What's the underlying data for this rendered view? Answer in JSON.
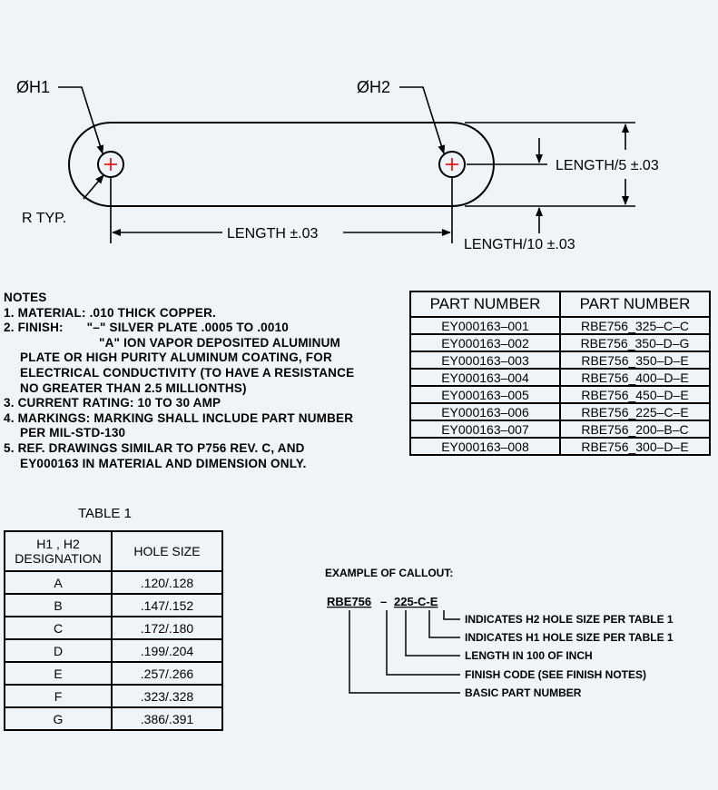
{
  "drawing": {
    "label_h1": "ØH1",
    "label_h2": "ØH2",
    "label_radius": "R TYP.",
    "label_length": "LENGTH ±.03",
    "label_width": "LENGTH/5 ±.03",
    "label_offset": "LENGTH/10 ±.03"
  },
  "notes": {
    "heading": "NOTES",
    "lines": [
      "1. MATERIAL:   .010 THICK COPPER.",
      "2. FINISH:",
      "PLATE OR HIGH PURITY ALUMINUM COATING, FOR",
      "ELECTRICAL CONDUCTIVITY (TO HAVE A RESISTANCE",
      "NO GREATER THAN 2.5 MILLIONTHS)",
      "3. CURRENT RATING: 10 TO 30 AMP",
      "4. MARKINGS: MARKING SHALL INCLUDE PART NUMBER",
      "PER MIL-STD-130",
      "5. REF. DRAWINGS SIMILAR TO P756 REV. C, AND",
      "EY000163 IN MATERIAL AND DIMENSION ONLY."
    ],
    "finish_dash": "\"–\"   SILVER PLATE .0005 TO .0010",
    "finish_a": "\"A\"   ION VAPOR DEPOSITED ALUMINUM"
  },
  "parts_table": {
    "headers": [
      "PART NUMBER",
      "PART NUMBER"
    ],
    "rows": [
      [
        "EY000163–001",
        "RBE756_325–C–C"
      ],
      [
        "EY000163–002",
        "RBE756_350–D–G"
      ],
      [
        "EY000163–003",
        "RBE756_350–D–E"
      ],
      [
        "EY000163–004",
        "RBE756_400–D–E"
      ],
      [
        "EY000163–005",
        "RBE756_450–D–E"
      ],
      [
        "EY000163–006",
        "RBE756_225–C–E"
      ],
      [
        "EY000163–007",
        "RBE756_200–B–C"
      ],
      [
        "EY000163–008",
        "RBE756_300–D–E"
      ]
    ]
  },
  "hole_table": {
    "title": "TABLE 1",
    "header_designation_1": "H1 , H2",
    "header_designation_2": "DESIGNATION",
    "header_size": "HOLE SIZE",
    "rows": [
      [
        "A",
        ".120/.128"
      ],
      [
        "B",
        ".147/.152"
      ],
      [
        "C",
        ".172/.180"
      ],
      [
        "D",
        ".199/.204"
      ],
      [
        "E",
        ".257/.266"
      ],
      [
        "F",
        ".323/.328"
      ],
      [
        "G",
        ".386/.391"
      ]
    ]
  },
  "callout": {
    "title": "EXAMPLE OF CALLOUT:",
    "code_base": "RBE756",
    "code_sep": "–",
    "code_rest": "225-C-E",
    "descriptions": [
      "INDICATES H2 HOLE SIZE PER TABLE 1",
      "INDICATES H1 HOLE SIZE PER TABLE 1",
      "LENGTH IN 100 OF INCH",
      "FINISH CODE (SEE FINISH NOTES)",
      "BASIC PART NUMBER"
    ]
  }
}
